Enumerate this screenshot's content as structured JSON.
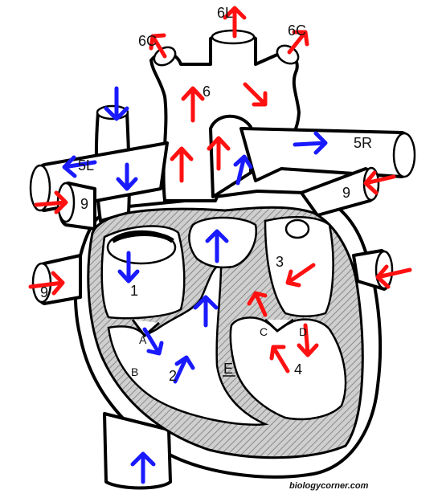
{
  "colors": {
    "oxygenated": "#ff1111",
    "deoxygenated": "#1a1aff",
    "outline": "#000000",
    "wall_pattern": "#9a9a9a"
  },
  "labels": {
    "six_left": "6L",
    "six_c_left": "6C",
    "six_c_right": "6C",
    "six_mid": "6",
    "five_left": "5L",
    "five_right": "5R",
    "nine_left": "9",
    "nine_right": "9",
    "nine_lower_left": "9",
    "one": "1",
    "two": "2",
    "three": "3",
    "four": "4",
    "a": "A",
    "b": "B",
    "c": "C",
    "d": "D",
    "e": "E"
  },
  "credit": "biologycorner.com"
}
